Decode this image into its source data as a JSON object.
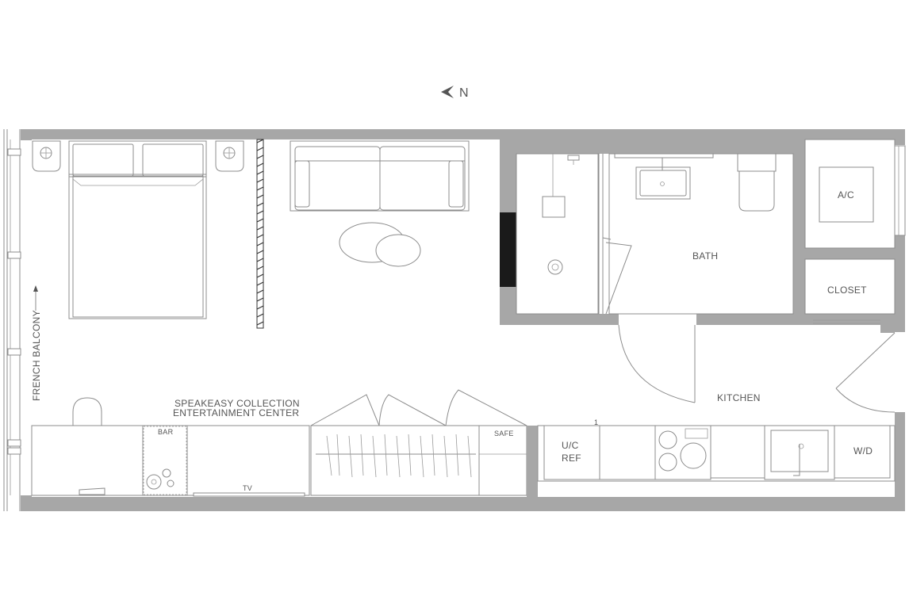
{
  "compass": {
    "label": "N",
    "icon": "north-arrow-icon"
  },
  "rooms": {
    "bath": "BATH",
    "ac": "A/C",
    "closet": "CLOSET",
    "kitchen": "KITCHEN",
    "balcony": "FRENCH BALCONY",
    "entertainment_line1": "SPEAKEASY COLLECTION",
    "entertainment_line2": "ENTERTAINMENT CENTER",
    "bar": "BAR",
    "tv": "TV",
    "safe": "SAFE",
    "refrigerator_line1": "U/C",
    "refrigerator_line2": "REF",
    "washer_dryer": "W/D",
    "cabinet_mark": "1"
  },
  "colors": {
    "wall": "#a7a7a7",
    "line": "#8c8c8c",
    "text": "#555555",
    "accent_black": "#1a1a1a"
  }
}
